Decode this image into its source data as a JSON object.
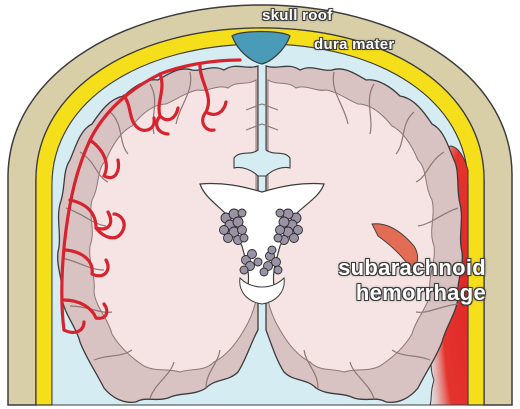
{
  "labels": {
    "skull_roof": "skull roof",
    "dura_mater": "dura mater",
    "hemorrhage_line1": "subarachnoid",
    "hemorrhage_line2": "hemorrhage"
  },
  "colors": {
    "skull": "#d8cfa8",
    "dura": "#f5df1a",
    "csf": "#d6ecf3",
    "cortex": "#d8c2c2",
    "white_matter": "#f5e4e3",
    "ventricles": "#ffffff",
    "vessels": "#d6232e",
    "sinus": "#4a9bb8",
    "hemorrhage": "#e4332c",
    "outline": "#3c3c3c"
  }
}
